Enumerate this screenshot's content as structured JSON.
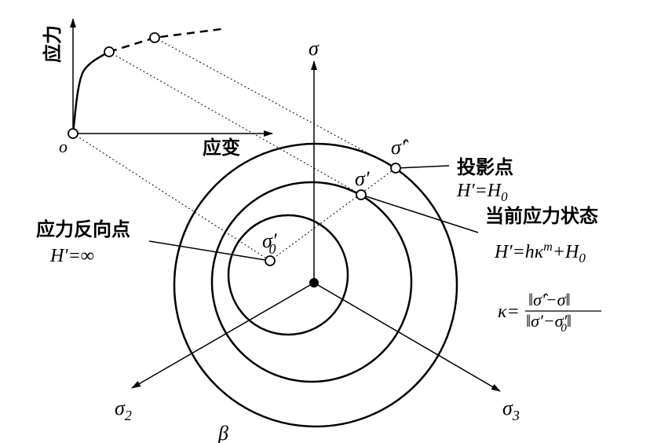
{
  "diagram": {
    "stress_axis_label": "应力",
    "strain_axis_label": "应变",
    "origin_label": "o",
    "sigma_axis_label": "σ",
    "sigma2_label": "σ",
    "sigma2_sub": "2",
    "sigma3_label": "σ",
    "sigma3_sub": "3",
    "beta_label": "β",
    "sigma0_label": "σ′",
    "sigma0_sub": "0",
    "sigma_prime_label": "σ′",
    "sigma_hat_label": "σ̂′",
    "projection": {
      "title": "投影点",
      "formula_lhs": "H′=H",
      "formula_sub": "0"
    },
    "current": {
      "title": "当前应力状态",
      "formula_lhs": "H′=hκ",
      "formula_sup": "m",
      "formula_rest": "+H",
      "formula_sub": "0"
    },
    "reversal": {
      "title": "应力反向点",
      "formula": "H′=∞"
    },
    "kappa": {
      "lhs": "κ=",
      "numerator": "‖σ̂′−σ‖",
      "denominator": "‖σ′−σ′",
      "denominator_sub": "0",
      "denominator_end": "‖"
    }
  }
}
